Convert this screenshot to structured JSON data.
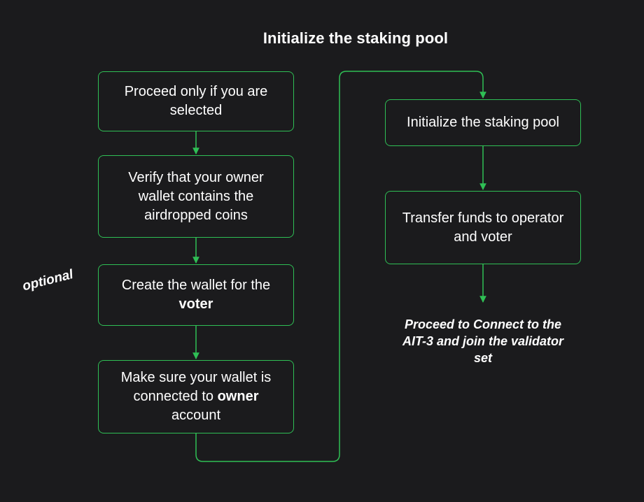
{
  "title": "Initialize the staking pool",
  "colors": {
    "background": "#1b1b1d",
    "accent": "#2fbf55",
    "text": "#ffffff"
  },
  "steps": [
    {
      "id": "step-1",
      "text_parts": [
        {
          "text": "Proceed only if you are selected",
          "bold": false
        }
      ]
    },
    {
      "id": "step-2",
      "text_parts": [
        {
          "text": "Verify that your owner wallet contains the airdropped coins",
          "bold": false
        }
      ]
    },
    {
      "id": "step-3",
      "text_parts": [
        {
          "text": "Create the wallet for the ",
          "bold": false
        },
        {
          "text": "voter",
          "bold": true
        }
      ]
    },
    {
      "id": "step-4",
      "text_parts": [
        {
          "text": "Make sure your wallet is connected to ",
          "bold": false
        },
        {
          "text": "owner",
          "bold": true
        },
        {
          "text": " account",
          "bold": false
        }
      ]
    },
    {
      "id": "step-5",
      "text_parts": [
        {
          "text": "Initialize the staking pool",
          "bold": false
        }
      ]
    },
    {
      "id": "step-6",
      "text_parts": [
        {
          "text": "Transfer funds to operator and voter",
          "bold": false
        }
      ]
    }
  ],
  "side_label": "optional",
  "final_note": "Proceed to Connect to the AIT-3 and join the validator set"
}
